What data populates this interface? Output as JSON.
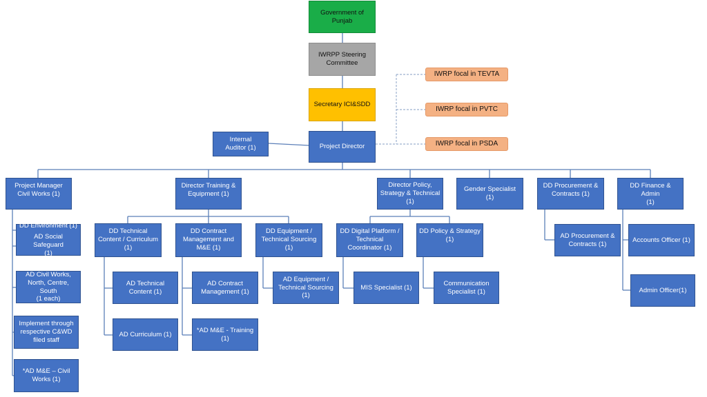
{
  "colors": {
    "government": "#1aad48",
    "steering": "#a6a6a6",
    "secretary": "#ffc000",
    "role": "#4472c4",
    "focal": "#f4b183",
    "connector": "#5b7fb8"
  },
  "top": {
    "government": "Government of\nPunjab",
    "steering": "IWRPP Steering\nCommittee",
    "secretary": "Secretary ICI&SDD",
    "project_director": "Project Director",
    "internal_auditor": "Internal\nAuditor (1)"
  },
  "focal": {
    "tevta": "IWRP focal in TEVTA",
    "pvtc": "IWRP focal in PVTC",
    "psda": "IWRP focal in PSDA"
  },
  "pm_civil": {
    "head": "Project  Manager\nCivil Works (1)",
    "dd_environment": "DD Environment (1)",
    "ad_social": "AD Social Safeguard\n(1)",
    "ad_civil": "AD Civil Works,\nNorth, Centre, South\n(1 each)",
    "implement": "Implement through\nrespective C&WD\nfiled staff",
    "ad_me_civil": "*AD M&E – Civil\nWorks (1)"
  },
  "training": {
    "head": "Director Training &\nEquipment (1)",
    "dd_technical": "DD Technical\nContent / Curriculum\n(1)",
    "ad_technical": "AD Technical\nContent (1)",
    "ad_curriculum": "AD Curriculum (1)",
    "dd_contract": "DD Contract\nManagement and\nM&E (1)",
    "ad_contract": "AD Contract\nManagement (1)",
    "ad_me_training": "*AD M&E - Training\n(1)",
    "dd_equipment": "DD Equipment /\nTechnical Sourcing\n(1)",
    "ad_equipment": "AD Equipment /\nTechnical Sourcing\n(1)"
  },
  "policy": {
    "head": "Director Policy,\nStrategy & Technical\n(1)",
    "dd_digital": "DD Digital Platform /\nTechnical\nCoordinator (1)",
    "mis": "MIS Specialist (1)",
    "dd_policy": "DD Policy & Strategy\n(1)",
    "communication": "Communication\nSpecialist (1)"
  },
  "gender": {
    "head": "Gender Specialist (1)"
  },
  "procurement": {
    "head": "DD Procurement &\nContracts (1)",
    "ad": "AD Procurement &\nContracts (1)"
  },
  "finance": {
    "head": "DD Finance & Admin\n(1)",
    "accounts": "Accounts Officer (1)",
    "admin": "Admin  Officer(1)"
  }
}
